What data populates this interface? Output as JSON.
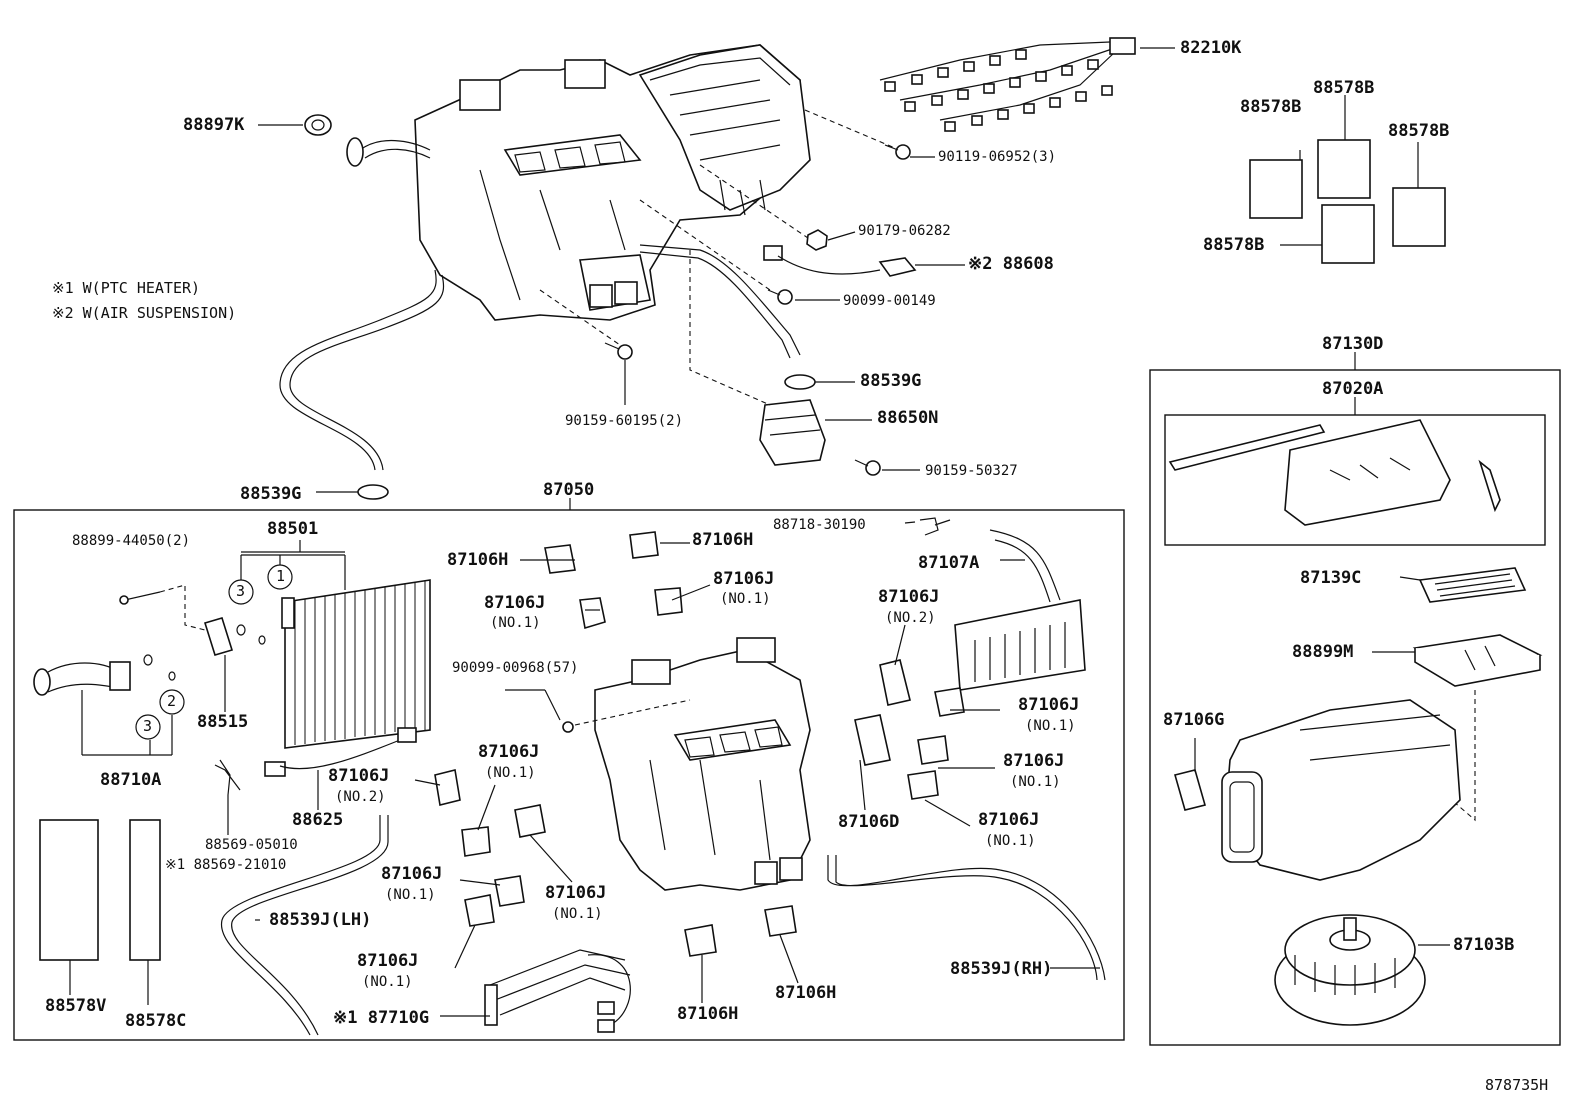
{
  "diagram_id": "878735H",
  "notes": {
    "n1": "※1 W(PTC HEATER)",
    "n2": "※2 W(AIR SUSPENSION)"
  },
  "labels": {
    "p82210K": "82210K",
    "p88897K": "88897K",
    "p90119": "90119-06952(3)",
    "p88578B_1": "88578B",
    "p88578B_2": "88578B",
    "p88578B_3": "88578B",
    "p88578B_4": "88578B",
    "p90179": "90179-06282",
    "p88608": "※2 88608",
    "p90099_149": "90099-00149",
    "p88539G_1": "88539G",
    "p90159_195": "90159-60195(2)",
    "p88650N": "88650N",
    "p90159_327": "90159-50327",
    "p88539G_2": "88539G",
    "p87050": "87050",
    "p87130D": "87130D",
    "p87020A": "87020A",
    "p88899_44050": "88899-44050(2)",
    "p88501": "88501",
    "p87106H_1": "87106H",
    "p87106H_2": "87106H",
    "p88718": "88718-30190",
    "p87107A": "87107A",
    "p87106J_a": "87106J",
    "p87106J_a_sub": "(NO.1)",
    "p87106J_b": "87106J",
    "p87106J_b_sub": "(NO.1)",
    "p87106J_c": "87106J",
    "p87106J_c_sub": "(NO.2)",
    "p90099_968": "90099-00968(57)",
    "p88515": "88515",
    "p88710A": "88710A",
    "p87106J_d": "87106J",
    "p87106J_d_sub": "(NO.1)",
    "p87106J_e": "87106J",
    "p87106J_e_sub": "(NO.1)",
    "p87106J_f": "87106J",
    "p87106J_f_sub": "(NO.2)",
    "p88625": "88625",
    "p88569_050": "88569-05010",
    "p88569_210": "※1 88569-21010",
    "p87106J_g": "87106J",
    "p87106J_g_sub": "(NO.1)",
    "p87106J_h": "87106J",
    "p87106J_h_sub": "(NO.1)",
    "p87106D": "87106D",
    "p87106J_i": "87106J",
    "p87106J_i_sub": "(NO.1)",
    "p87106J_j": "87106J",
    "p87106J_j_sub": "(NO.1)",
    "p87106J_k": "87106J",
    "p87106J_k_sub": "(NO.1)",
    "p88539J_LH": "88539J(LH)",
    "p88539J_RH": "88539J(RH)",
    "p87106H_3": "87106H",
    "p87106H_4": "87106H",
    "p88578V": "88578V",
    "p88578C": "88578C",
    "p87710G": "※1 87710G",
    "p87139C": "87139C",
    "p88899M": "88899M",
    "p87106G": "87106G",
    "p87103B": "87103B",
    "c1": "1",
    "c2": "2",
    "c3a": "3",
    "c3b": "3"
  }
}
